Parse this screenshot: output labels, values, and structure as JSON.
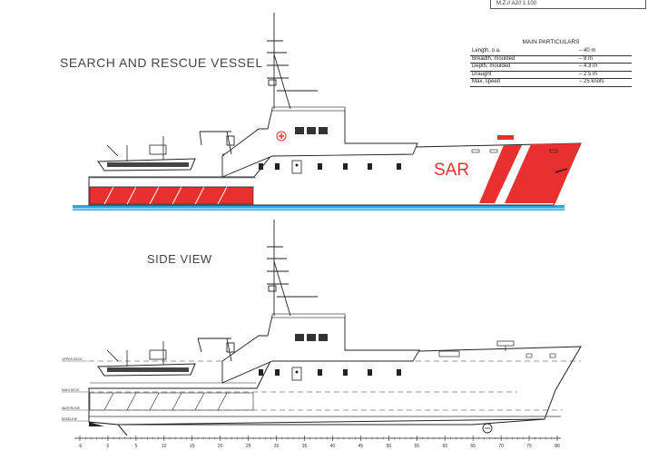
{
  "titles": {
    "main": "SEARCH AND RESCUE VESSEL",
    "side": "SIDE VIEW"
  },
  "stamp": "M.Z.// A2// 1:100",
  "hull_marking": "SAR",
  "particulars": {
    "heading": "MAIN PARTICULARS",
    "rows": [
      {
        "label": "Length, o.a.",
        "value": "–  40  m"
      },
      {
        "label": "Breadth, moulded",
        "value": "–  8  m"
      },
      {
        "label": "Depth, moulded",
        "value": "–  4.3  m"
      },
      {
        "label": "Draught",
        "value": "–  2.5  m"
      },
      {
        "label": "Max. speed",
        "value": "–  25  knots"
      }
    ]
  },
  "deck_labels": [
    "UPPER DECK",
    "MAIN DECK",
    "WATERLINE",
    "BASELINE"
  ],
  "frame_ticks": [
    "-5",
    "0",
    "5",
    "10",
    "15",
    "20",
    "25",
    "30",
    "35",
    "40",
    "45",
    "50",
    "55",
    "60",
    "65",
    "70",
    "75",
    "80"
  ],
  "colors": {
    "accent_red": "#e8312e",
    "water_blue": "#2aa6e6",
    "line": "#222222"
  }
}
